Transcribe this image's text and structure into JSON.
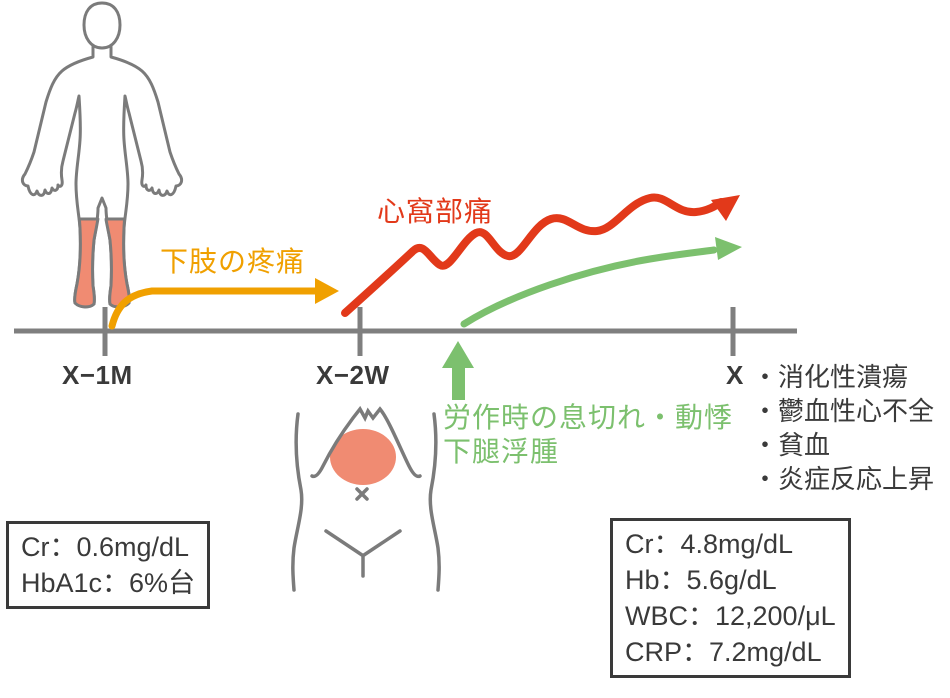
{
  "diagram": {
    "description": "clinical-course-timeline",
    "timeline": {
      "tick_labels": [
        "X−1M",
        "X−2W",
        "X"
      ]
    },
    "symptom_labels": {
      "leg_pain": "下肢の疼痛",
      "epigastric_pain": "心窩部痛",
      "dyspnea_line1": "労作時の息切れ・動悸",
      "dyspnea_line2": "下腿浮腫"
    },
    "presentation_list": {
      "items": [
        "・消化性潰瘍",
        "・鬱血性心不全",
        "・貧血",
        "・炎症反応上昇"
      ]
    },
    "labs_baseline": {
      "lines": [
        "Cr：0.6mg/dL",
        "HbA1c：6%台"
      ]
    },
    "labs_on_presentation": {
      "lines": [
        "Cr：4.8mg/dL",
        "Hb：5.6g/dL",
        "WBC：12,200/μL",
        "CRP：7.2mg/dL"
      ]
    },
    "icons": {
      "human_body": "human-body-figure",
      "abdomen": "abdomen-figure",
      "leg_highlight": "lower-legs-highlight",
      "epigastric_highlight": "epigastric-highlight",
      "umbilicus": "umbilicus-x-mark"
    },
    "colors": {
      "orange": "#F0A000",
      "red": "#E2391A",
      "green": "#7CC06E",
      "salmon": "#F08B72",
      "outline_gray": "#7B7B7B",
      "axis_gray": "#7F7F7F",
      "text_dark": "#3A3A3A"
    }
  }
}
